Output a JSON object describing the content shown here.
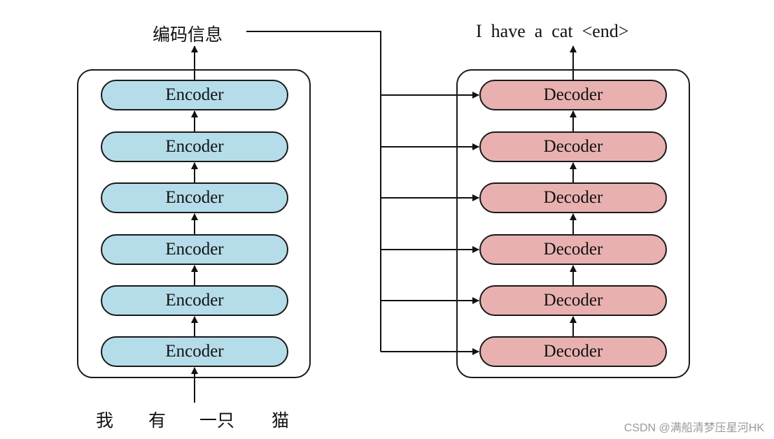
{
  "encoder": {
    "output_label": "编码信息",
    "block_label": "Encoder",
    "block_count": 6,
    "input_tokens": [
      "我",
      "有",
      "一只",
      "猫"
    ],
    "color": "#b5dde9"
  },
  "decoder": {
    "output_label": "I  have  a  cat  <end>",
    "block_label": "Decoder",
    "block_count": 6,
    "color": "#e8b1b0"
  },
  "watermark": "CSDN @满船清梦压星河HK"
}
